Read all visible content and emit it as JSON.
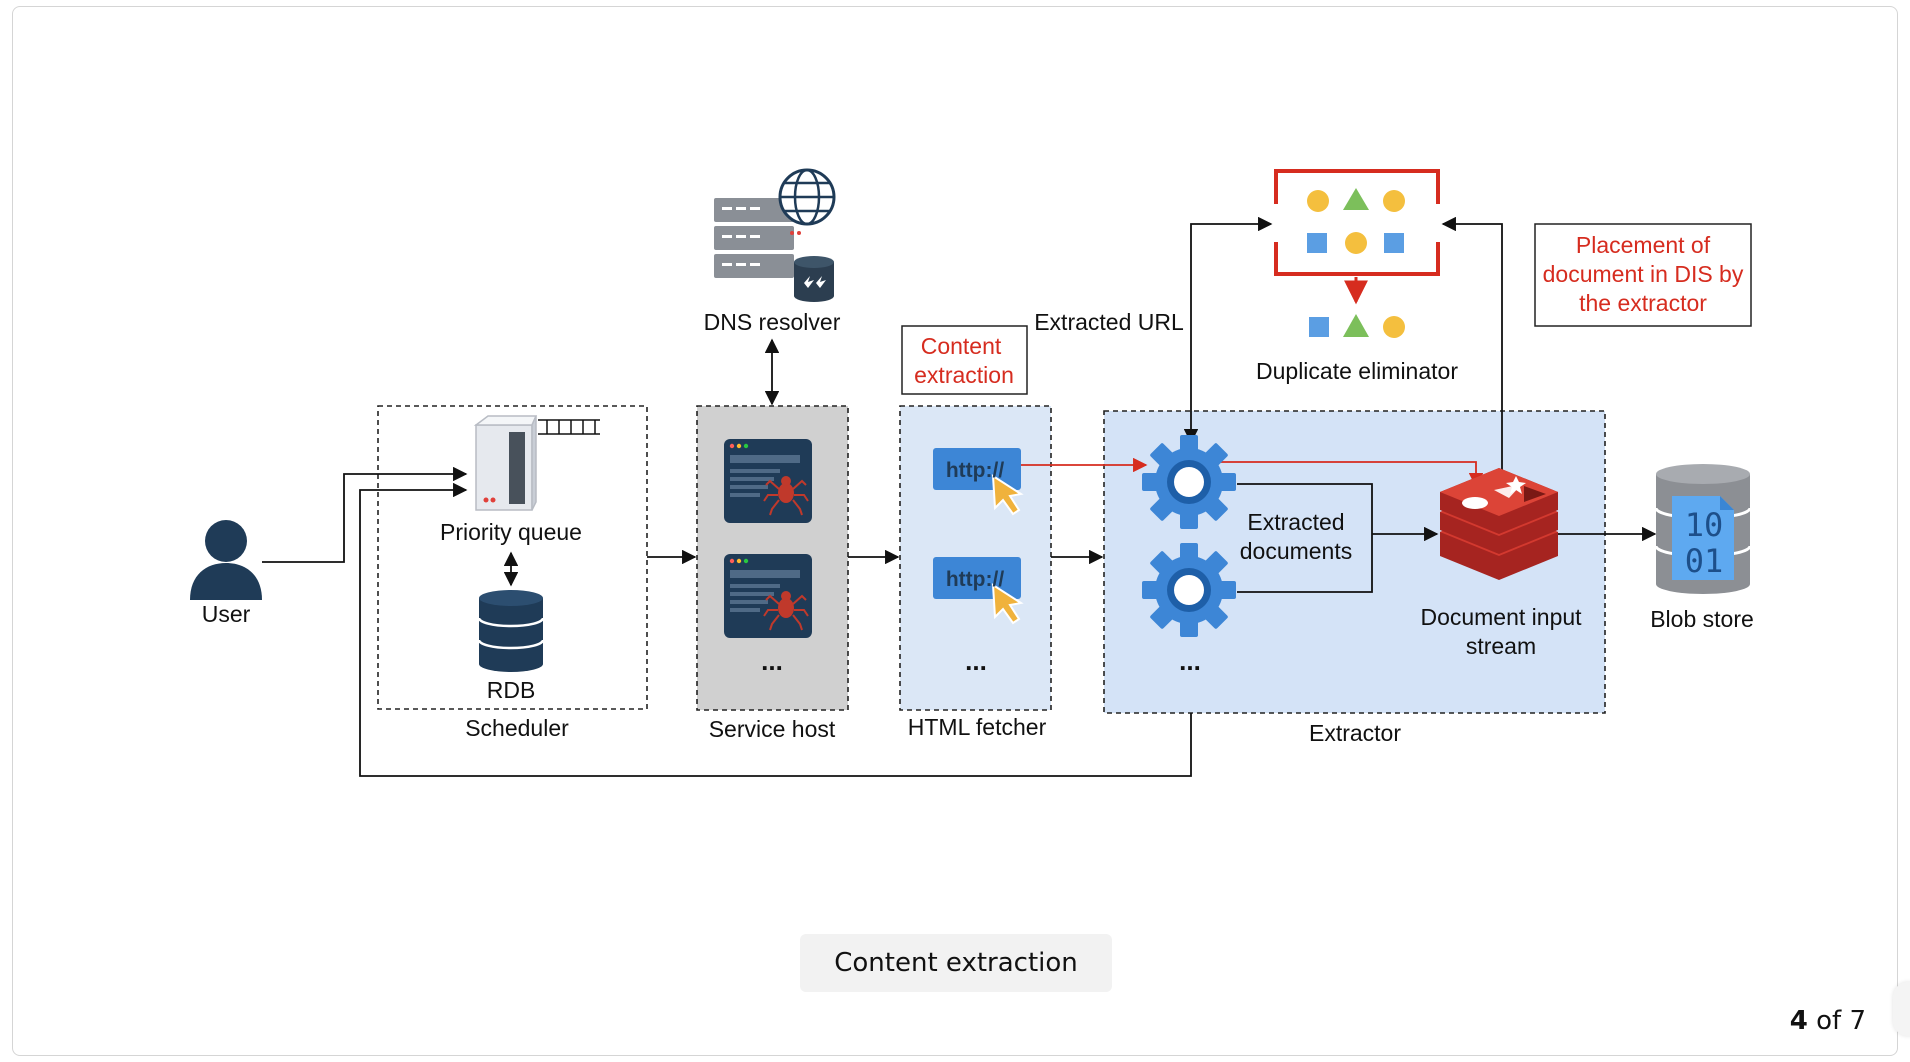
{
  "diagram": {
    "user_label": "User",
    "scheduler": {
      "priority_queue_label": "Priority queue",
      "rdb_label": "RDB",
      "group_label": "Scheduler"
    },
    "dns_resolver_label": "DNS resolver",
    "service_host": {
      "ellipsis": "...",
      "group_label": "Service host"
    },
    "content_extraction_note": {
      "line1": "Content",
      "line2": "extraction"
    },
    "html_fetcher": {
      "http_text": "http://",
      "ellipsis": "...",
      "group_label": "HTML fetcher"
    },
    "extracted_url_label": "Extracted URL",
    "duplicate_eliminator_label": "Duplicate eliminator",
    "placement_note": {
      "line1": "Placement of",
      "line2": "document in DIS by",
      "line3": "the extractor"
    },
    "extractor": {
      "extracted_documents": {
        "line1": "Extracted",
        "line2": "documents"
      },
      "ellipsis": "...",
      "dis": {
        "line1": "Document input",
        "line2": "stream"
      },
      "group_label": "Extractor"
    },
    "blob_store": {
      "label": "Blob store",
      "bits_top": "10",
      "bits_bottom": "01"
    },
    "colors": {
      "accent_red": "#d62c1f",
      "extractor_fill": "#d4e3f7",
      "fetcher_fill": "#dbe7f6",
      "service_host_fill": "#d0d0d0",
      "gear_blue": "#3d86d6",
      "redis_red": "#c5302b",
      "dark_navy": "#1f3b57"
    }
  },
  "caption": "Content extraction",
  "pager": {
    "current": "4",
    "separator": "of",
    "total": "7"
  }
}
